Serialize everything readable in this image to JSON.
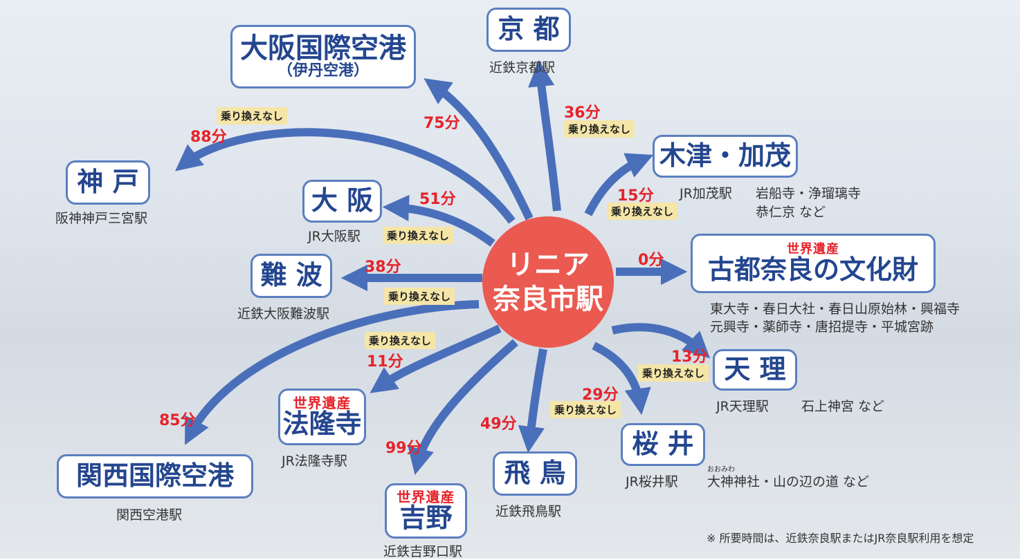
{
  "hub": {
    "line1": "リニア",
    "line2": "奈良市駅"
  },
  "heritage_label": "世界遺産",
  "no_transfer": "乗り換えなし",
  "destinations": {
    "itami": {
      "name": "大阪国際空港",
      "sub": "（伊丹空港）",
      "time": "75分"
    },
    "kyoto": {
      "name": "京 都",
      "station": "近鉄京都駅",
      "time": "36分"
    },
    "kobe": {
      "name": "神 戸",
      "station": "阪神神戸三宮駅",
      "time": "88分"
    },
    "osaka": {
      "name": "大 阪",
      "station": "JR大阪駅",
      "time": "51分"
    },
    "namba": {
      "name": "難 波",
      "station": "近鉄大阪難波駅",
      "time": "38分"
    },
    "kizu": {
      "name": "木津・加茂",
      "station": "JR加茂駅",
      "spots_1": "岩船寺・浄瑠璃寺",
      "spots_2": "恭仁京 など",
      "time": "15分"
    },
    "nara": {
      "name": "古都奈良の文化財",
      "spots_1": "東大寺・春日大社・春日山原始林・興福寺",
      "spots_2": "元興寺・薬師寺・唐招提寺・平城宮跡",
      "time": "0分"
    },
    "tenri": {
      "name": "天 理",
      "station": "JR天理駅",
      "spots": "石上神宮 など",
      "time": "13分"
    },
    "sakurai": {
      "name": "桜 井",
      "station": "JR桜井駅",
      "spots": "大神神社・山の辺の道 など",
      "ruby": "おおみわ",
      "time": "29分"
    },
    "asuka": {
      "name": "飛 鳥",
      "station": "近鉄飛鳥駅",
      "time": "49分"
    },
    "yoshino": {
      "name": "吉野",
      "station": "近鉄吉野口駅",
      "time": "99分"
    },
    "horyuji": {
      "name": "法隆寺",
      "station": "JR法隆寺駅",
      "time": "11分"
    },
    "kix": {
      "name": "関西国際空港",
      "station": "関西空港駅",
      "time": "85分"
    }
  },
  "footnote": "※ 所要時間は、近鉄奈良駅またはJR奈良駅利用を想定",
  "colors": {
    "arrow": "#4a6fba",
    "hub": "#ea5a51",
    "time": "#e6232a",
    "box_text": "#24468f",
    "no_transfer_bg": "#f5e6a8"
  }
}
